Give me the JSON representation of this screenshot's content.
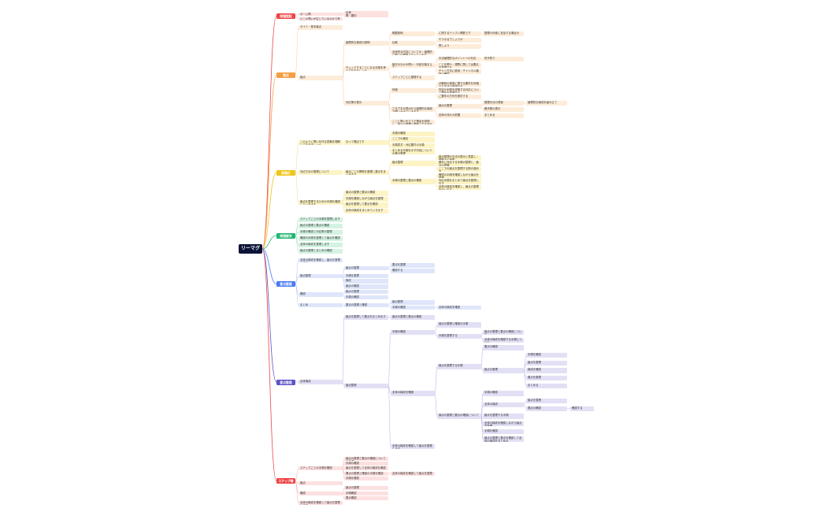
{
  "root": "リーマグ",
  "colors": {
    "cat1": "#ef4444",
    "bg1": "#fde0e0",
    "ln1": "#f4a4a4",
    "cat2": "#f59e42",
    "bg2": "#fdecd9",
    "ln2": "#f6c493",
    "cat3": "#f0c419",
    "bg3": "#fdf3c4",
    "ln3": "#eed27a",
    "cat4": "#22b573",
    "bg4": "#d4f3e3",
    "ln4": "#8fd9b5",
    "cat5": "#4a7bf2",
    "bg5": "#dfe6fb",
    "ln5": "#a3b8f3",
    "cat6": "#5b53c6",
    "bg6": "#e2e0f5",
    "ln6": "#aaa4e1",
    "root_line": "#bbbbbb"
  },
  "categories": [
    {
      "label": "問題提起",
      "children": [
        {
          "label": "ボーム問",
          "children": [
            {
              "label": "出荷"
            },
            {
              "label": "問・要約"
            }
          ]
        },
        {
          "label": "どこか問いが生じているのかで考えます"
        }
      ]
    },
    {
      "label": "要点",
      "children": [
        {
          "label": "ガイド・基本論点"
        },
        {
          "label": "論点",
          "children": [
            {
              "label": "論理的な構成の説明",
              "children": [
                {
                  "label": "概要説明",
                  "children": [
                    {
                      "label": "に関するテンプレ問題です",
                      "children": [
                        {
                          "label": "整理の対象に言及する場合の"
                        }
                      ]
                    }
                  ]
                },
                {
                  "label": "比較",
                  "children": [
                    {
                      "label": "そうなるでしょうか"
                    },
                    {
                      "label": "関しよう"
                    }
                  ]
                },
                {
                  "label": "全体的な内容についての・論理的に問いの根拠となっています"
                }
              ]
            },
            {
              "label": "チェックすることになる手順を考えておきましょう",
              "children": [
                {
                  "label": "論文のなかの問い・対話を踏まえて",
                  "children": [
                    {
                      "label": "手法論理的なポイントへの対応",
                      "children": [
                        {
                          "label": "低予算で"
                        }
                      ]
                    },
                    {
                      "label": "ことを問う・視野に関しては要点を整理する"
                    },
                    {
                      "label": "チャン方法に使用・チャンネル機能の確認"
                    }
                  ]
                },
                {
                  "label": "ステップごとに整理する"
                }
              ]
            },
            {
              "label": "対応策の提示",
              "children": [
                {
                  "label": "評価",
                  "children": [
                    {
                      "label": "が解説の実施に関する要件を評価する手法の実施方法"
                    },
                    {
                      "label": "内容の手順を説明する対応について要約を整理する"
                    },
                    {
                      "label": "ご要件の方針を検討する"
                    }
                  ]
                },
                {
                  "label": "さまざまな視点から論理的な構成で問いかけていきます",
                  "children": [
                    {
                      "label": "論点の整理",
                      "children": [
                        {
                          "label": "整理手法の提案",
                          "children": [
                            {
                              "label": "論理的な構成を組み立て"
                            }
                          ]
                        },
                        {
                          "label": "解決策の提示"
                        }
                      ]
                    },
                    {
                      "label": "全体の流れの把握",
                      "children": [
                        {
                          "label": "まとめる"
                        }
                      ]
                    }
                  ]
                },
                {
                  "label": "ここに問いを立てた理由を説明し、論点の整理と根拠となる対応策をまとめます"
                }
              ]
            }
          ]
        }
      ]
    },
    {
      "label": "詳細化",
      "children": [
        {
          "label": "このように問いを作る意義を理解しておきましょう",
          "children": [
            {
              "label": "なって理由です",
              "children": [
                {
                  "label": "手順の確認"
                },
                {
                  "label": "ここでの補足"
                },
                {
                  "label": "手順書式・対応要件の手順"
                },
                {
                  "label": "まとめる手順を示す内容についての要点整理"
                }
              ]
            }
          ]
        },
        {
          "label": "対応方法の整理について",
          "children": [
            {
              "label": "論点ごとの問題を整理し要点をまとめます",
              "children": [
                {
                  "label": "論点整理",
                  "children": [
                    {
                      "label": "論点整理の手法の提示と見直し・問題点の把握"
                    },
                    {
                      "label": "要件に対応する手順の整理と、論点の把握"
                    },
                    {
                      "label": "ここでの論点を整理する際の進め方"
                    }
                  ]
                },
                {
                  "label": "手順の整理と要点の確認",
                  "children": [
                    {
                      "label": "確認の手順を確認しながら論点を整理"
                    },
                    {
                      "label": "対応手順をまとめて論点を整理します"
                    },
                    {
                      "label": "全体の構成を確認し、論点の整理を行います"
                    }
                  ]
                }
              ]
            }
          ]
        },
        {
          "label": "論点を整理するための手順を確認していきます",
          "children": [
            {
              "label": "論点の整理と要点の確認"
            },
            {
              "label": "手順を確認しながら論点を整理"
            },
            {
              "label": "論点を整理して要点を確認"
            },
            {
              "label": "全体の構成をまとめていきます"
            }
          ]
        }
      ]
    },
    {
      "label": "問題解決",
      "children": [
        {
          "label": "ステップごとの手順を整理します"
        },
        {
          "label": "論点の整理と要点の確認"
        },
        {
          "label": "手順の確認と対応策の整理"
        },
        {
          "label": "確認の手順を整理して論点を確認"
        },
        {
          "label": "全体の構成を整理します"
        },
        {
          "label": "論点の整理とまとめの確認"
        }
      ]
    },
    {
      "label": "要点整理",
      "children": [
        {
          "label": "全体の構成を確認し、論点を整理します"
        },
        {
          "label": "論点整理",
          "children": [
            {
              "label": "論点の整理",
              "children": [
                {
                  "label": "要点を整理"
                },
                {
                  "label": "確認する"
                }
              ]
            },
            {
              "label": "手順を整理"
            },
            {
              "label": "構成"
            },
            {
              "label": "論点の確認"
            }
          ]
        },
        {
          "label": "確認",
          "children": [
            {
              "label": "論点の整理"
            },
            {
              "label": "手順の確認"
            }
          ]
        },
        {
          "label": "まとめ",
          "children": [
            {
              "label": "要点の整理と確認",
              "children": [
                {
                  "label": "論点整理"
                },
                {
                  "label": "手順の確認",
                  "children": [
                    {
                      "label": "全体の構成を確認"
                    }
                  ]
                }
              ]
            }
          ]
        }
      ]
    },
    {
      "label": "要点整理",
      "children": [
        {
          "label": "全体構成",
          "children": [
            {
              "label": "論点を整理して要点をまとめます",
              "children": [
                {
                  "label": "論点の整理と要点の確認"
                }
              ]
            },
            {
              "label": "論点整理",
              "children": [
                {
                  "label": "手順の確認",
                  "children": [
                    {
                      "label": "論点の整理と確認の手順"
                    },
                    {
                      "label": "手順を整理する",
                      "children": [
                        {
                          "label": "論点の整理と要点の確認について"
                        },
                        {
                          "label": "全体の構成を確認する手順について"
                        }
                      ]
                    }
                  ]
                },
                {
                  "label": "全体の構成を確認",
                  "children": [
                    {
                      "label": "論点を整理する手順",
                      "children": [
                        {
                          "label": "要点の確認"
                        },
                        {
                          "label": "論点の整理",
                          "children": [
                            {
                              "label": "手順を確認"
                            },
                            {
                              "label": "論点を整理"
                            },
                            {
                              "label": "構成を確認"
                            },
                            {
                              "label": "要点を整理"
                            },
                            {
                              "label": "まとめる"
                            }
                          ]
                        }
                      ]
                    },
                    {
                      "label": "論点の整理と要点の確認について",
                      "children": [
                        {
                          "label": "手順の確認"
                        },
                        {
                          "label": "全体の構成",
                          "children": [
                            {
                              "label": "論点を整理"
                            },
                            {
                              "label": "要点の確認",
                              "children": [
                                {
                                  "label": "確認する"
                                }
                              ]
                            }
                          ]
                        },
                        {
                          "label": "論点を整理する手順"
                        },
                        {
                          "label": "全体の構成を確認しながら論点を整理"
                        },
                        {
                          "label": "手順を確認"
                        },
                        {
                          "label": "論点の整理と要点を確認して全体の構成をまとめる"
                        }
                      ]
                    }
                  ]
                },
                {
                  "label": "全体の構成を確認して論点を整理します"
                }
              ]
            }
          ]
        }
      ]
    },
    {
      "label": "ステップ確認",
      "children": [
        {
          "label": "ステップごとの手順を確認",
          "children": [
            {
              "label": "論点の整理と要点の確認についての手順"
            },
            {
              "label": "手順の確認"
            },
            {
              "label": "論点を整理して全体の構成を確認"
            },
            {
              "label": "要点の整理と確認の手順を確認",
              "children": [
                {
                  "label": "全体の構成を確認して論点を整理"
                }
              ]
            },
            {
              "label": "手順を確認"
            }
          ]
        },
        {
          "label": "論点",
          "children": []
        },
        {
          "label": "確認",
          "children": [
            {
              "label": "論点の整理"
            },
            {
              "label": "手順確認"
            },
            {
              "label": "要点確認"
            }
          ]
        },
        {
          "label": "全体の構成を確認して論点を整理します"
        }
      ]
    }
  ]
}
